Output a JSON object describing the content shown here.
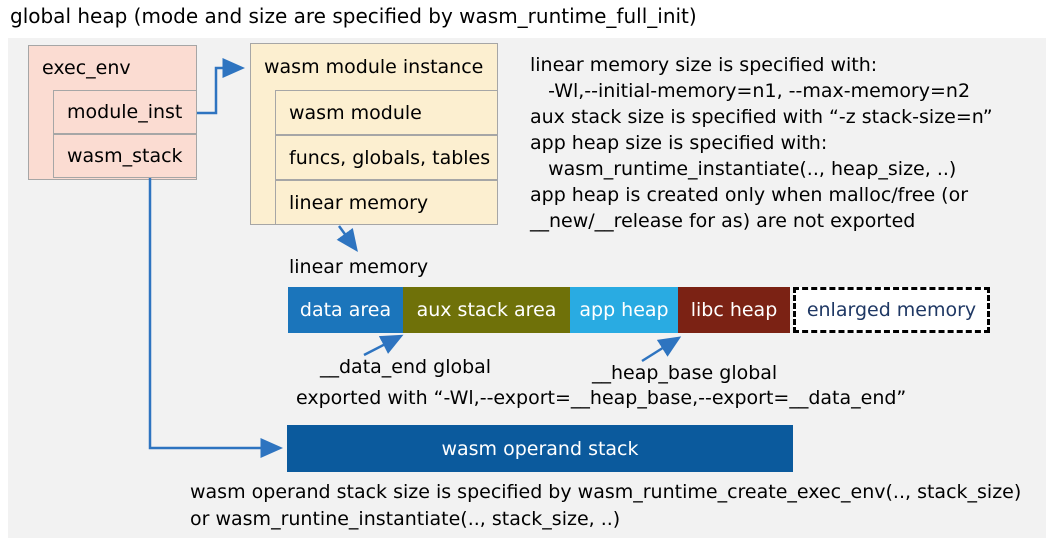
{
  "title": "global heap (mode and size are specified by wasm_runtime_full_init)",
  "exec_env": {
    "title": "exec_env",
    "rows": [
      {
        "label": "module_inst"
      },
      {
        "label": "wasm_stack"
      }
    ]
  },
  "module_instance": {
    "title": "wasm module instance",
    "rows": [
      {
        "label": "wasm module"
      },
      {
        "label": "funcs, globals, tables"
      },
      {
        "label": "linear memory"
      }
    ]
  },
  "notes_right": {
    "lines": [
      "linear memory size is specified with:",
      "   -Wl,--initial-memory=n1, --max-memory=n2",
      "aux stack size is specified with “-z stack-size=n”",
      "app heap size is specified with:",
      "   wasm_runtime_instantiate(.., heap_size, ..)",
      "app heap is created only when malloc/free (or",
      "__new/__release for as) are not exported"
    ]
  },
  "linear_memory": {
    "label": "linear memory",
    "segments": [
      {
        "label": "data area",
        "color": "#1b75bb",
        "text_color": "#ffffff",
        "style": "solid"
      },
      {
        "label": "aux stack area",
        "color": "#6f7109",
        "text_color": "#ffffff",
        "style": "solid"
      },
      {
        "label": "app heap",
        "color": "#29abe2",
        "text_color": "#ffffff",
        "style": "solid"
      },
      {
        "label": "libc heap",
        "color": "#7b2214",
        "text_color": "#ffffff",
        "style": "solid"
      },
      {
        "label": "enlarged memory",
        "color": "#ffffff",
        "text_color": "#1f3864",
        "style": "dashed"
      }
    ],
    "annotations": {
      "data_end": "__data_end global",
      "heap_base": "__heap_base global",
      "exported": "exported with “-Wl,--export=__heap_base,--export=__data_end”"
    }
  },
  "operand_stack": {
    "label": "wasm operand stack",
    "color": "#0b5a9d"
  },
  "notes_bottom": {
    "lines": [
      "wasm operand stack size is specified by wasm_runtime_create_exec_env(.., stack_size)",
      "or wasm_runtine_instantiate(.., stack_size, ..)"
    ]
  },
  "colors": {
    "panel_background": "#f2f2f2",
    "exec_env_fill": "#fbdcd2",
    "module_instance_fill": "#fcefd0",
    "box_border": "#a6a6a6",
    "arrow": "#2e74c0",
    "enlarged_memory_text": "#1f3864"
  }
}
